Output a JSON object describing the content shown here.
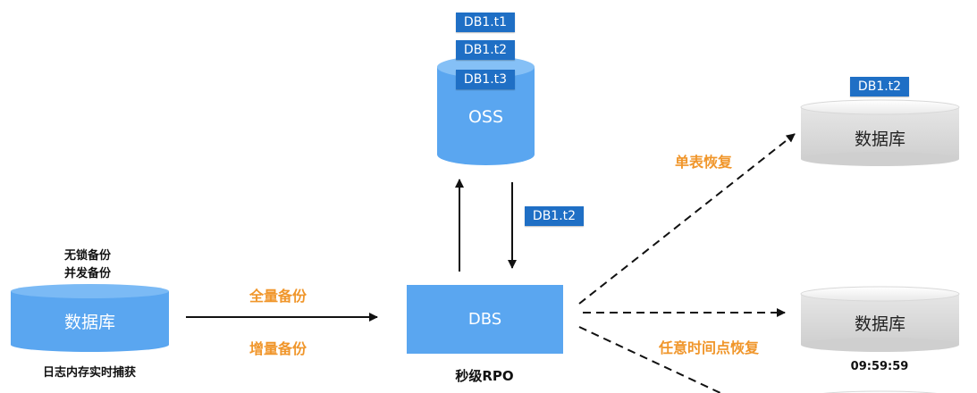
{
  "source_db": {
    "label": "数据库",
    "features": [
      "无锁备份",
      "并发备份"
    ],
    "caption": "日志内存实时捕获"
  },
  "flows": {
    "full_backup": "全量备份",
    "incremental_backup": "增量备份"
  },
  "dbs": {
    "label": "DBS",
    "caption": "秒级RPO"
  },
  "oss": {
    "label": "OSS",
    "tables": [
      "DB1.t1",
      "DB1.t2",
      "DB1.t3"
    ]
  },
  "restore_table_tag": "DB1.t2",
  "restore": {
    "single_table": "单表恢复",
    "point_in_time": "任意时间点恢复"
  },
  "targets": [
    {
      "label": "数据库",
      "tag": "DB1.t2"
    },
    {
      "label": "数据库",
      "caption": "09:59:59"
    }
  ],
  "colors": {
    "accent_blue": "#5aa6f0",
    "tag_blue": "#1f6fc5",
    "orange": "#f0962b"
  }
}
